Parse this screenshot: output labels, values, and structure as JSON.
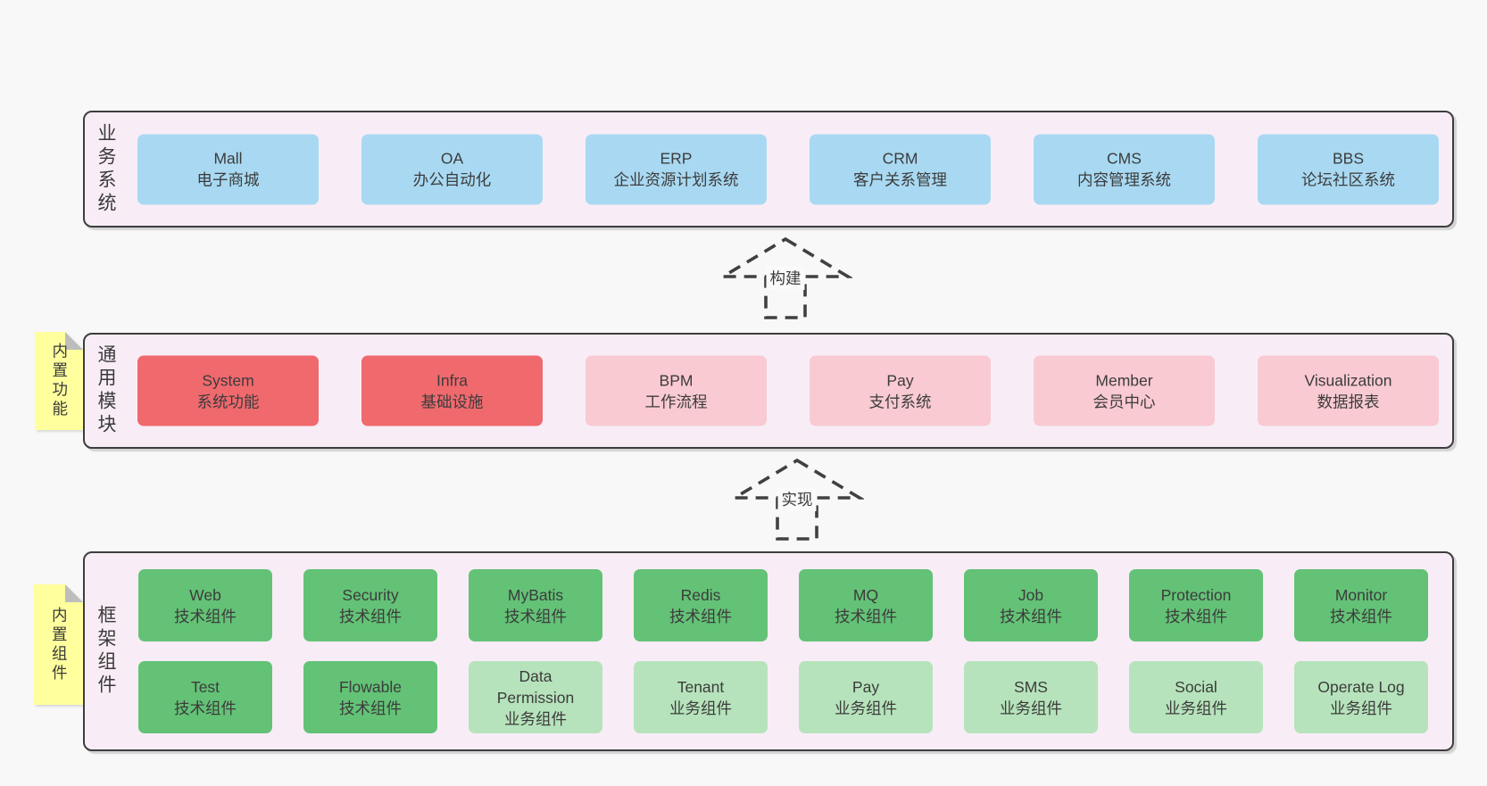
{
  "colors": {
    "page_bg": "#f8f8f8",
    "band_bg": "#f8edf6",
    "band_border": "#3d3d3d",
    "blue": "#a9d9f2",
    "red": "#f0696d",
    "pink": "#f9cad2",
    "green": "#63c276",
    "light_green": "#b6e3bb",
    "note_bg": "#ffff9d",
    "note_fold": "#bdbdbd",
    "text": "#3c3c3c"
  },
  "arrows": [
    {
      "label": "构建"
    },
    {
      "label": "实现"
    }
  ],
  "bands": [
    {
      "label": "业务系统",
      "rows": [
        [
          {
            "en": "Mall",
            "zh": "电子商城",
            "color": "blue"
          },
          {
            "en": "OA",
            "zh": "办公自动化",
            "color": "blue"
          },
          {
            "en": "ERP",
            "zh": "企业资源计划系统",
            "color": "blue"
          },
          {
            "en": "CRM",
            "zh": "客户关系管理",
            "color": "blue"
          },
          {
            "en": "CMS",
            "zh": "内容管理系统",
            "color": "blue"
          },
          {
            "en": "BBS",
            "zh": "论坛社区系统",
            "color": "blue"
          }
        ]
      ]
    },
    {
      "label": "通用模块",
      "note": "内置功能",
      "rows": [
        [
          {
            "en": "System",
            "zh": "系统功能",
            "color": "red"
          },
          {
            "en": "Infra",
            "zh": "基础设施",
            "color": "red"
          },
          {
            "en": "BPM",
            "zh": "工作流程",
            "color": "pink"
          },
          {
            "en": "Pay",
            "zh": "支付系统",
            "color": "pink"
          },
          {
            "en": "Member",
            "zh": "会员中心",
            "color": "pink"
          },
          {
            "en": "Visualization",
            "zh": "数据报表",
            "color": "pink"
          }
        ]
      ]
    },
    {
      "label": "框架组件",
      "note": "内置组件",
      "rows": [
        [
          {
            "en": "Web",
            "zh": "技术组件",
            "color": "green"
          },
          {
            "en": "Security",
            "zh": "技术组件",
            "color": "green"
          },
          {
            "en": "MyBatis",
            "zh": "技术组件",
            "color": "green"
          },
          {
            "en": "Redis",
            "zh": "技术组件",
            "color": "green"
          },
          {
            "en": "MQ",
            "zh": "技术组件",
            "color": "green"
          },
          {
            "en": "Job",
            "zh": "技术组件",
            "color": "green"
          },
          {
            "en": "Protection",
            "zh": "技术组件",
            "color": "green"
          },
          {
            "en": "Monitor",
            "zh": "技术组件",
            "color": "green"
          }
        ],
        [
          {
            "en": "Test",
            "zh": "技术组件",
            "color": "green"
          },
          {
            "en": "Flowable",
            "zh": "技术组件",
            "color": "green"
          },
          {
            "en": "Data Permission",
            "zh": "业务组件",
            "color": "light_green"
          },
          {
            "en": "Tenant",
            "zh": "业务组件",
            "color": "light_green"
          },
          {
            "en": "Pay",
            "zh": "业务组件",
            "color": "light_green"
          },
          {
            "en": "SMS",
            "zh": "业务组件",
            "color": "light_green"
          },
          {
            "en": "Social",
            "zh": "业务组件",
            "color": "light_green"
          },
          {
            "en": "Operate Log",
            "zh": "业务组件",
            "color": "light_green"
          }
        ]
      ]
    }
  ]
}
